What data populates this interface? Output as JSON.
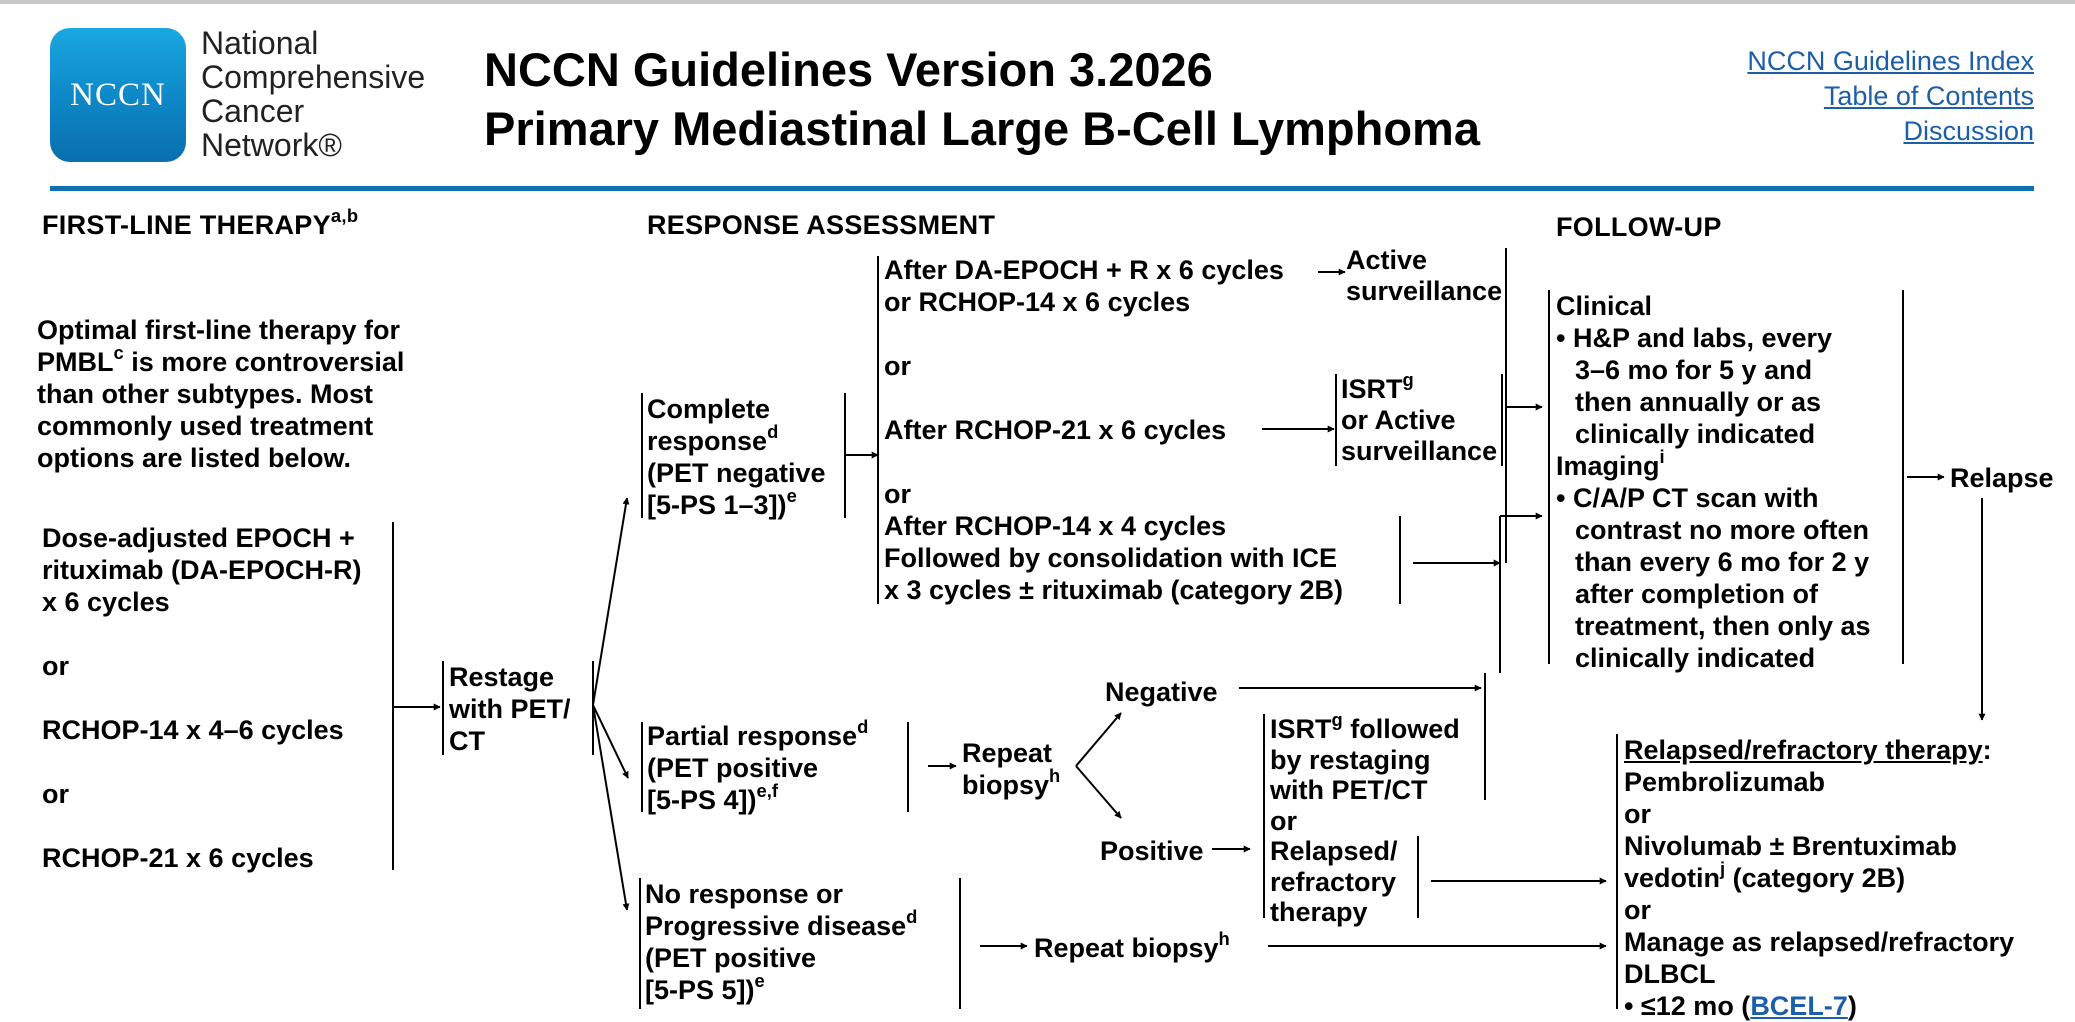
{
  "header": {
    "logo_text": "NCCN",
    "org_lines": [
      "National",
      "Comprehensive",
      "Cancer",
      "Network®"
    ],
    "title_line1": "NCCN Guidelines Version 3.2026",
    "title_line2": "Primary Mediastinal Large B-Cell Lymphoma",
    "links": {
      "index": "NCCN Guidelines Index",
      "toc": "Table of Contents",
      "discussion": "Discussion"
    }
  },
  "sections": {
    "first_line": "FIRST-LINE THERAPY",
    "first_line_sup": "a,b",
    "response": "RESPONSE ASSESSMENT",
    "followup": "FOLLOW-UP"
  },
  "first_line": {
    "intro": [
      "Optimal first-line therapy for",
      "is more controversial",
      "than other subtypes. Most",
      "commonly used treatment",
      "options are listed below."
    ],
    "intro_pmbl": "PMBL",
    "intro_sup": "c",
    "opt1": [
      "Dose-adjusted EPOCH +",
      "rituximab (DA-EPOCH-R)",
      "x 6 cycles"
    ],
    "or1": "or",
    "opt2": "RCHOP-14 x 4–6 cycles",
    "or2": "or",
    "opt3": "RCHOP-21 x 6 cycles"
  },
  "restage": [
    "Restage",
    "with PET/",
    "CT"
  ],
  "complete": {
    "line1": "Complete",
    "line2": "response",
    "line2_sup": "d",
    "line3": "(PET negative",
    "line4": "[5-PS 1–3])",
    "line4_sup": "e"
  },
  "complete_options": {
    "opt1": [
      "After DA-EPOCH + R x 6 cycles",
      "or RCHOP-14 x 6 cycles"
    ],
    "or1": "or",
    "opt2": "After RCHOP-21 x 6 cycles",
    "or2": "or",
    "opt3": [
      "After RCHOP-14 x 4 cycles",
      "Followed by consolidation with ICE",
      "x 3 cycles ± rituximab (category 2B)"
    ]
  },
  "active_surveillance": [
    "Active",
    "surveillance"
  ],
  "isrt_option": {
    "line1": "ISRT",
    "line1_sup": "g",
    "line2": "or Active",
    "line3": "surveillance"
  },
  "partial": {
    "line1": "Partial response",
    "line1_sup": "d",
    "line2": "(PET positive",
    "line3": "[5-PS 4])",
    "line3_sup": "e,f"
  },
  "repeat_biopsy": {
    "line1": "Repeat",
    "line2": "biopsy",
    "line2_sup": "h"
  },
  "negative": "Negative",
  "positive": "Positive",
  "isrt_followed": {
    "line1": "ISRT",
    "line1_sup": "g",
    "line1_rest": " followed",
    "line2": "by restaging",
    "line3": "with PET/CT",
    "line4": "or",
    "line5": "Relapsed/",
    "line6": "refractory",
    "line7": "therapy"
  },
  "no_response": {
    "line1": "No response or",
    "line2": "Progressive disease",
    "line2_sup": "d",
    "line3": "(PET positive",
    "line4": "[5-PS 5])",
    "line4_sup": "e"
  },
  "repeat_biopsy2": {
    "text": "Repeat biopsy",
    "sup": "h"
  },
  "followup": {
    "clinical": "Clinical",
    "clinical_items": [
      "• H&P and labs, every",
      "3–6 mo for 5 y and",
      "then annually or as",
      "clinically indicated"
    ],
    "imaging": "Imaging",
    "imaging_sup": "i",
    "imaging_items": [
      "• C/A/P CT scan with",
      "contrast no more often",
      "than every 6 mo for 2 y",
      "after completion of",
      "treatment, then only as",
      "clinically indicated"
    ]
  },
  "relapse": "Relapse",
  "relapsed_therapy": {
    "title": "Relapsed/refractory therapy",
    "title_colon": ":",
    "line1": "Pembrolizumab",
    "or1": "or",
    "line2": "Nivolumab ± Brentuximab",
    "line3": "vedotin",
    "line3_sup": "j",
    "line3_rest": " (category 2B)",
    "or2": "or",
    "line4": "Manage as relapsed/refractory",
    "line5": "DLBCL",
    "line6_prefix": "• ≤12 mo (",
    "line6_link": "BCEL-7",
    "line6_suffix": ")"
  }
}
